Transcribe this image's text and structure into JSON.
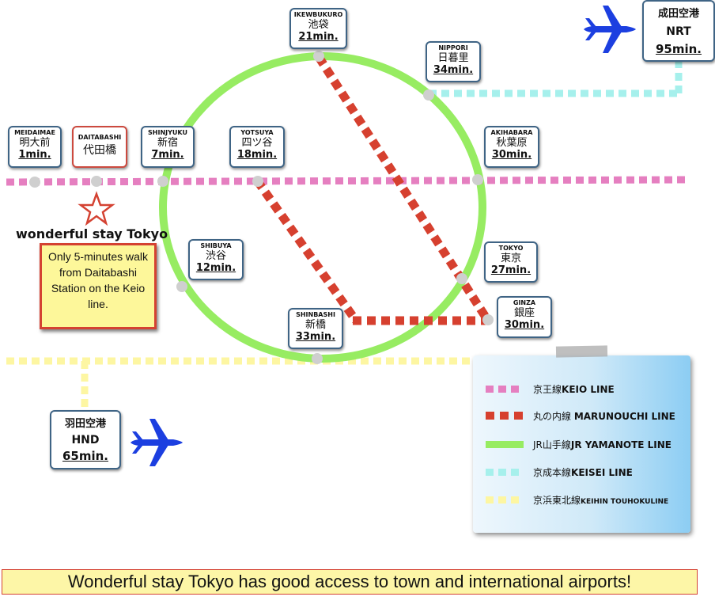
{
  "stations": {
    "ikebukuro": {
      "en": "IKEWBUKURO",
      "jp": "池袋",
      "min": "21min."
    },
    "nippori": {
      "en": "NIPPORI",
      "jp": "日暮里",
      "min": "34min."
    },
    "meidaimae": {
      "en": "MEIDAIMAE",
      "jp": "明大前",
      "min": "1min."
    },
    "daitabashi": {
      "en": "DAITABASHI",
      "jp": "代田橋"
    },
    "shinjyuku": {
      "en": "SHINJYUKU",
      "jp": "新宿",
      "min": "7min."
    },
    "yotsuya": {
      "en": "YOTSUYA",
      "jp": "四ツ谷",
      "min": "18min."
    },
    "akihabara": {
      "en": "AKIHABARA",
      "jp": "秋葉原",
      "min": "30min."
    },
    "shibuya": {
      "en": "SHIBUYA",
      "jp": "渋谷",
      "min": "12min."
    },
    "tokyo": {
      "en": "TOKYO",
      "jp": "東京",
      "min": "27min."
    },
    "ginza": {
      "en": "GINZA",
      "jp": "銀座",
      "min": "30min."
    },
    "shinbashi": {
      "en": "SHINBASHI",
      "jp": "新橋",
      "min": "33min."
    }
  },
  "airports": {
    "narita": {
      "jp": "成田空港",
      "code": "NRT",
      "min": "95min."
    },
    "haneda": {
      "jp": "羽田空港",
      "code": "HND",
      "min": "65min."
    }
  },
  "hotel": {
    "name": "wonderful stay Tokyo",
    "note": "Only 5-minutes walk from Daitabashi Station on the Keio line."
  },
  "legend": {
    "keio": {
      "jp": "京王線",
      "en": "KEIO LINE"
    },
    "marunouchi": {
      "jp": "丸の内線 ",
      "en": "MARUNOUCHI LINE"
    },
    "yamanote": {
      "jp": "JR山手線",
      "en": "JR YAMANOTE LINE"
    },
    "keisei": {
      "jp": "京成本線",
      "en": "KEISEI LINE"
    },
    "keihin": {
      "jp": "京浜東北線",
      "en": "KEIHIN TOUHOKULINE"
    }
  },
  "banner": "Wonderful stay Tokyo has good access to town and international airports!",
  "colors": {
    "keio": "#e57fc0",
    "marunouchi": "#d6402f",
    "yamanote": "#97ec62",
    "keisei": "#a6f0ec",
    "keihin": "#fdf6a2",
    "airplane": "#1c3fe0",
    "station_border": "#3f6485",
    "hotel_star": "#d44232"
  },
  "icons": [
    "airplane-icon",
    "star-icon"
  ]
}
